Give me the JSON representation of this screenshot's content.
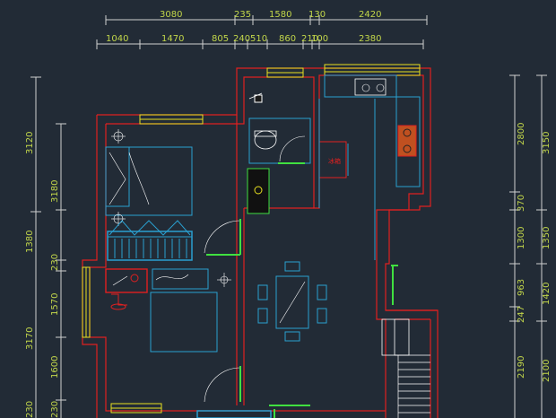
{
  "drawing": {
    "top_outer_dims": [
      "3080",
      "235",
      "1580",
      "130",
      "2420"
    ],
    "top_inner_dims": [
      "1040",
      "1470",
      "805",
      "240",
      "510",
      "860",
      "210",
      "100",
      "2380"
    ],
    "left_outer_dims": [
      "3120",
      "3170"
    ],
    "left_inner_dims": [
      "3180",
      "1380",
      "230",
      "1570",
      "1600",
      "230",
      "230"
    ],
    "right_inner_dims": [
      "2800",
      "370",
      "1300",
      "963",
      "247",
      "2190"
    ],
    "right_outer_dims": [
      "3150",
      "1350",
      "1420",
      "2100"
    ]
  },
  "labels": {
    "fridge_tag": "冰箱"
  },
  "colors": {
    "background": "#222b36",
    "wall": "#e02020",
    "window": "#e8e020",
    "furniture": "#2aa0d0",
    "door": "#40e040",
    "dimension_text": "#c2d64a"
  }
}
